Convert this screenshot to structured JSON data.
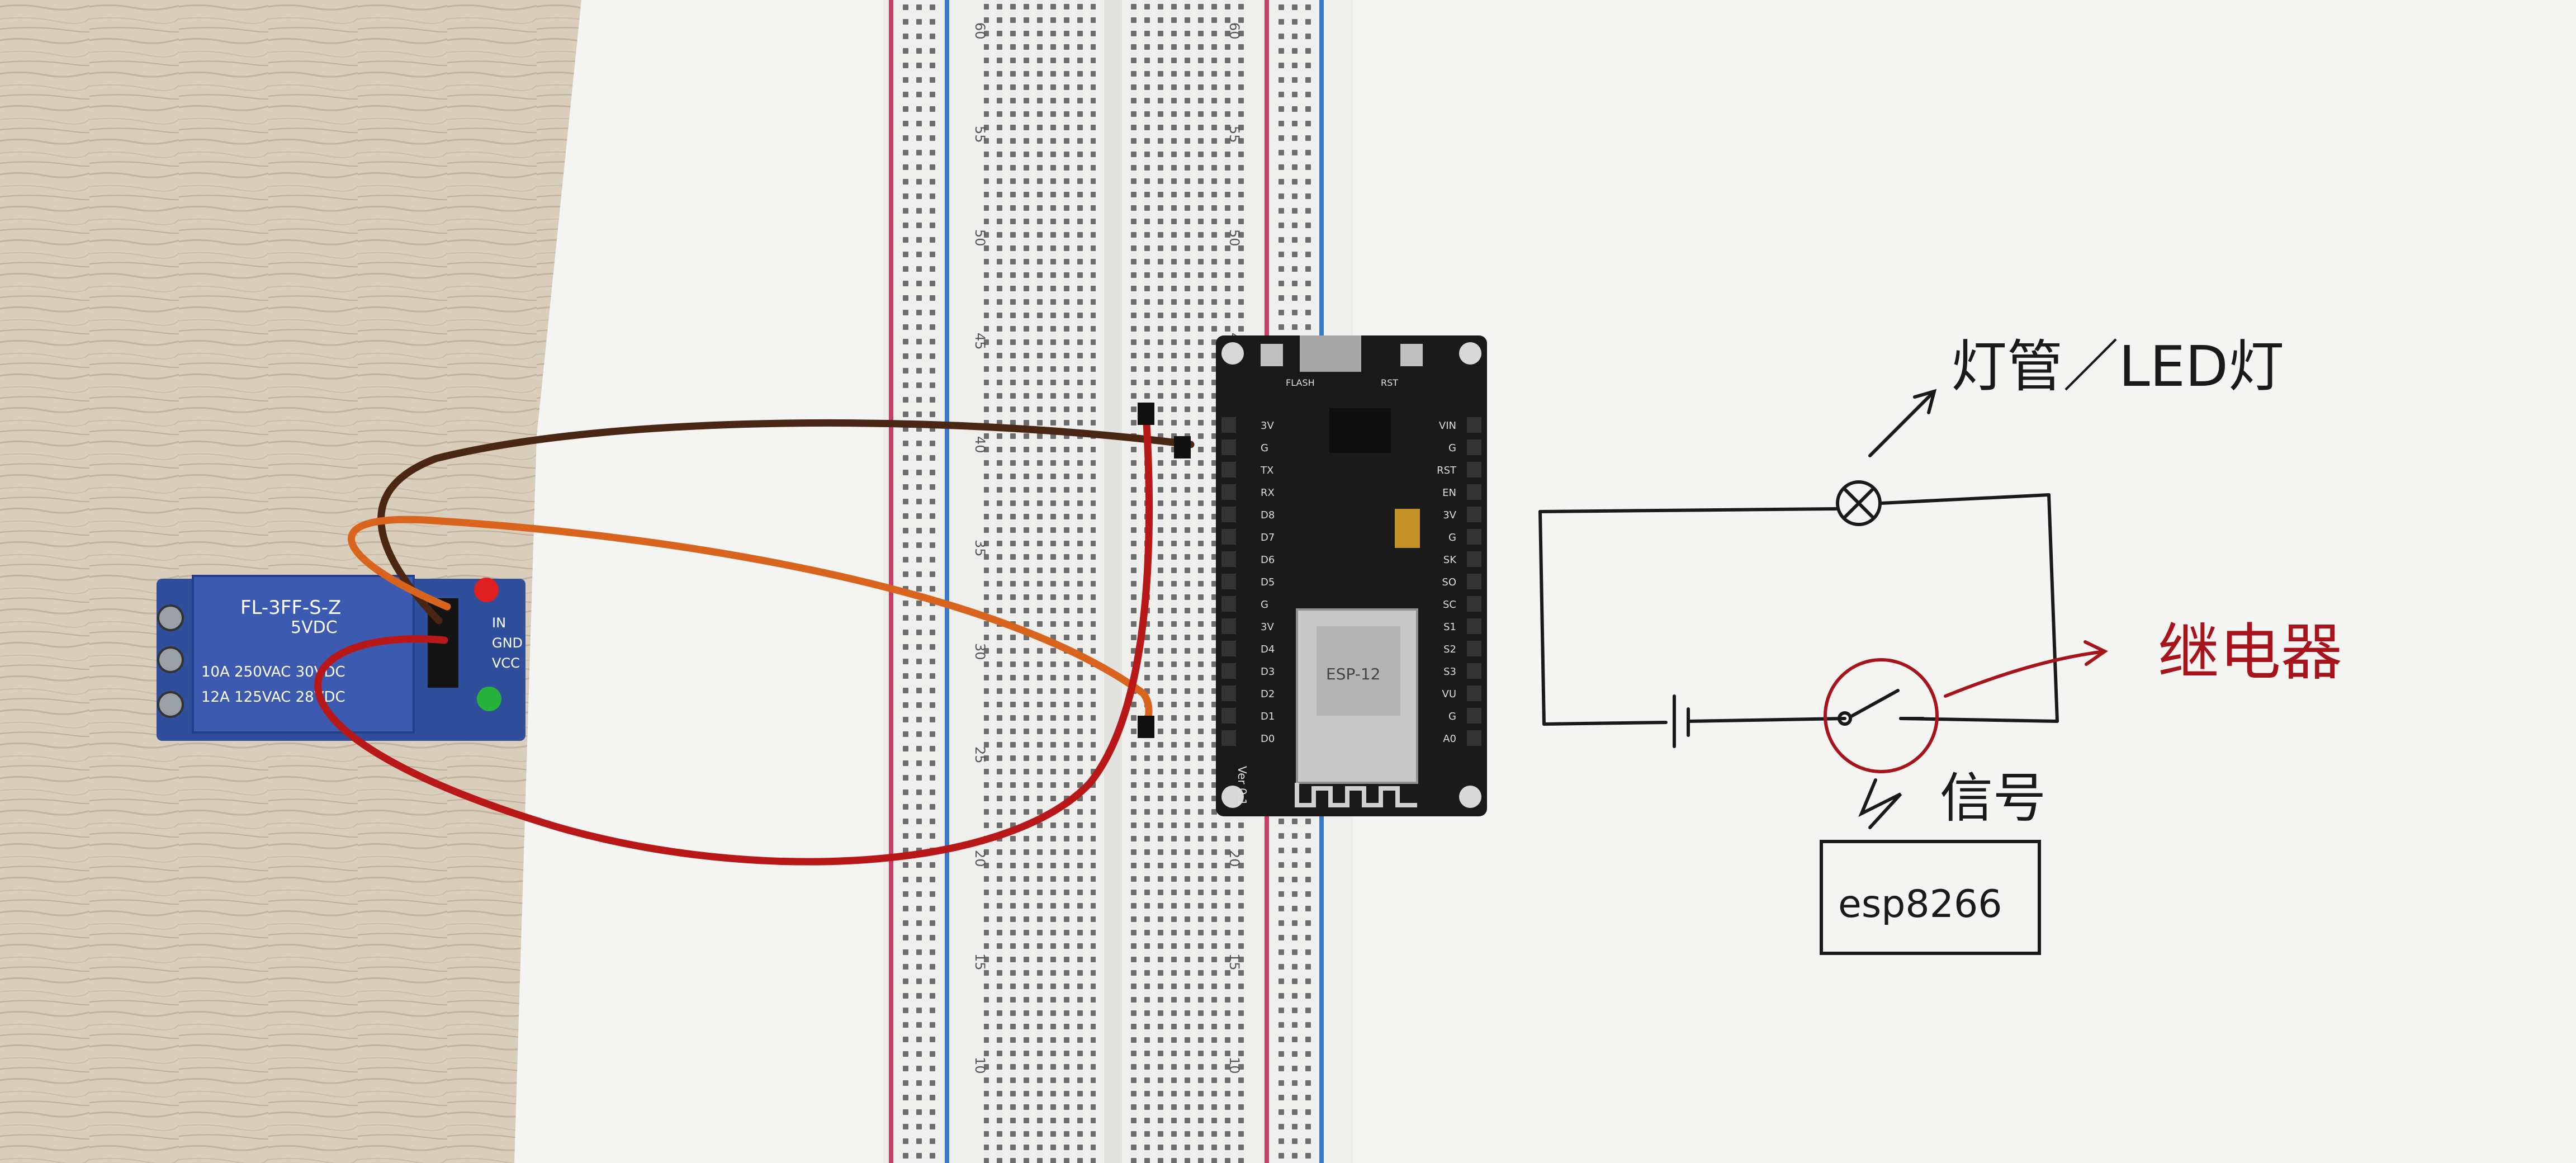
{
  "photo": {
    "relay_module": {
      "model": "FL-3FF-S-Z",
      "coil_voltage": "5VDC",
      "rating_1": "10A 250VAC 30VDC",
      "rating_2": "12A 125VAC 28VDC",
      "pins": [
        "IN",
        "GND",
        "VCC"
      ]
    },
    "breadboard": {
      "row_numbers": [
        "60",
        "55",
        "50",
        "45",
        "40",
        "35",
        "30",
        "25",
        "20",
        "15",
        "10"
      ]
    },
    "dev_board": {
      "chip_label": "ESP-12",
      "left_pins": [
        "3V",
        "G",
        "TX",
        "RX",
        "D8",
        "D7",
        "D6",
        "D5",
        "G",
        "3V",
        "D4",
        "D3",
        "D2",
        "D1",
        "D0"
      ],
      "right_pins": [
        "VIN",
        "G",
        "RST",
        "EN",
        "3V",
        "G",
        "SK",
        "SO",
        "SC",
        "S1",
        "S2",
        "S3",
        "VU",
        "G",
        "A0"
      ],
      "button_labels": [
        "FLASH",
        "RST"
      ],
      "version": "Ver 0.1"
    },
    "sketch": {
      "lamp_label": "灯管／LED灯",
      "relay_label": "继电器",
      "signal_label": "信号",
      "controller_label": "esp8266"
    },
    "colors": {
      "table": "#d9cdbc",
      "paper": "#f4f4f3",
      "breadboard": "#eeeeec",
      "relay_blue": "#2f4e9c",
      "pcb": "#1a1a1a",
      "wire_brown": "#4a2614",
      "wire_orange": "#d8641e",
      "wire_red": "#b81818",
      "ink_black": "#1a1a1a",
      "ink_red": "#a8141c",
      "rail_red": "#c84068",
      "rail_blue": "#3a7ac8"
    }
  }
}
